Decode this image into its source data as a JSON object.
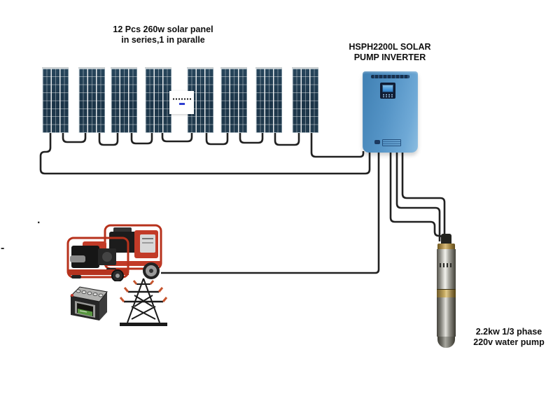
{
  "title": "Solar pump inverter system diagram",
  "annotations": {
    "solar_array": {
      "line1": "12 Pcs 260w solar panel",
      "line2": "in series,1 in paralle"
    },
    "inverter": {
      "line1": "HSPH2200L SOLAR",
      "line2": "PUMP INVERTER"
    },
    "water_pump": {
      "line1": "2.2kw 1/3 phase",
      "line2": "220v water pump"
    },
    "stray_marks": {
      "dot": ".",
      "dash": "-"
    }
  },
  "components": {
    "solar_array": {
      "panel_count": 8,
      "panel_color": "#1b3448",
      "grid_line_color": "#ffffff"
    },
    "combiner_box": {
      "body_color": "#ffffff",
      "led_color": "#2f3fd0"
    },
    "inverter": {
      "body_color": "#5594c6",
      "display_frame_color": "#101c33",
      "screen_color": "#3f8fd4"
    },
    "generator": {
      "frame_color": "#b7321c",
      "engine_color": "#1c1c1c"
    },
    "battery": {
      "case_color": "#262626",
      "label_color": "#57953f"
    },
    "power_tower": {
      "lattice_color": "#1a1a1a",
      "insulator_tip_color": "#c6542e"
    },
    "water_pump": {
      "steel_color": "#dcdbd5",
      "brass_color": "#c7ab62"
    },
    "wires": {
      "color": "#212121",
      "pump_phase_wires": 3
    }
  }
}
